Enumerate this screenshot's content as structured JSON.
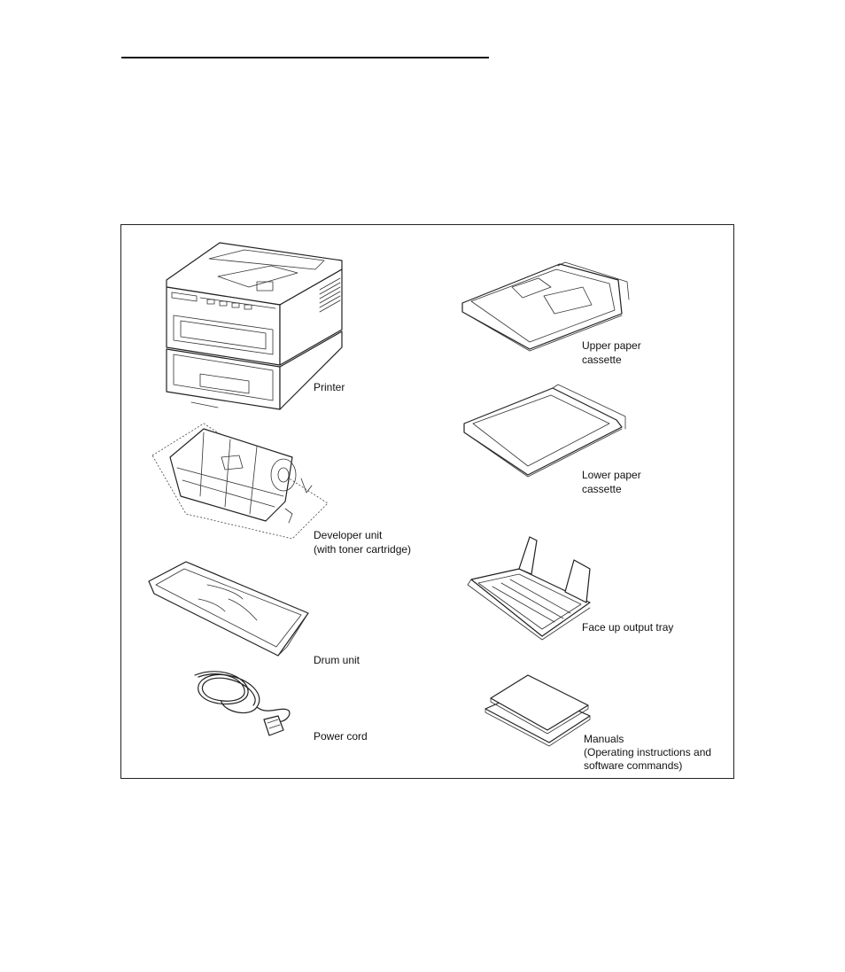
{
  "items": {
    "printer": {
      "label": "Printer",
      "icon": "printer-icon"
    },
    "developer_unit": {
      "label_line1": "Developer unit",
      "label_line2": "(with toner cartridge)",
      "icon": "developer-unit-icon"
    },
    "drum_unit": {
      "label": "Drum unit",
      "icon": "drum-unit-icon"
    },
    "power_cord": {
      "label": "Power cord",
      "icon": "power-cord-icon"
    },
    "upper_cassette": {
      "label_line1": "Upper paper",
      "label_line2": "cassette",
      "icon": "upper-paper-cassette-icon"
    },
    "lower_cassette": {
      "label_line1": "Lower paper",
      "label_line2": "cassette",
      "icon": "lower-paper-cassette-icon"
    },
    "output_tray": {
      "label": "Face up output tray",
      "icon": "face-up-output-tray-icon"
    },
    "manuals": {
      "label_line1": "Manuals",
      "label_line2": "(Operating instructions and",
      "label_line3": "software commands)",
      "icon": "manuals-icon"
    }
  }
}
